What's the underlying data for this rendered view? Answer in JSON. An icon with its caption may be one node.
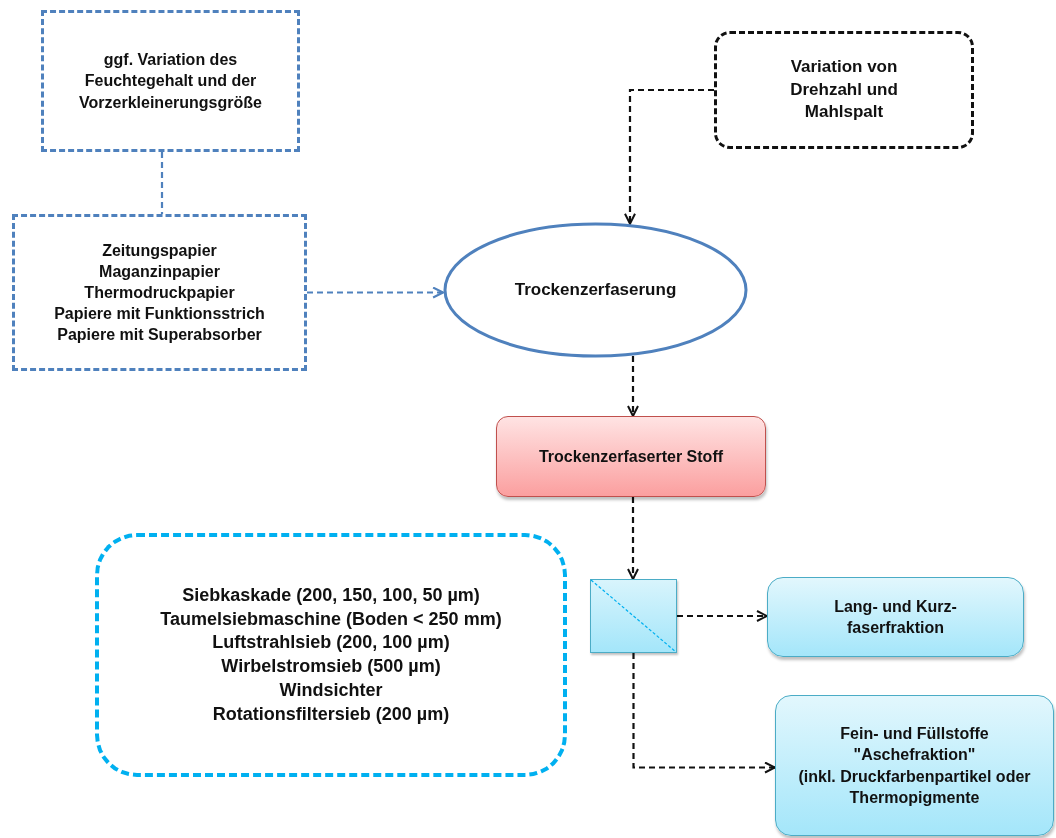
{
  "diagram": {
    "nodes": [
      {
        "text": [
          "ggf. Variation des Feuchtegehalt und der Vorzerkleinerungsgröße"
        ]
      },
      {
        "text": [
          "Zeitungspapier",
          "Maganzinpapier",
          "Thermodruckpapier",
          "Papiere mit Funktionsstrich",
          "Papiere mit Superabsorber"
        ]
      },
      {
        "text": [
          "Variation von Drehzahl und Mahlspalt"
        ]
      },
      {
        "text": [
          "Trockenzerfaserung"
        ]
      },
      {
        "text": [
          "Trockenzerfaserter Stoff"
        ]
      },
      {
        "text": [
          "Siebkaskade (200, 150, 100, 50 µm)",
          "Taumelsiebmaschine  (Boden < 250 mm)",
          "Luftstrahlsieb (200, 100 µm)",
          "Wirbelstromsieb (500 µm)",
          "Windsichter",
          "Rotationsfiltersieb (200 µm)"
        ]
      },
      {
        "text": [],
        "shape": "box"
      },
      {
        "text": [
          "Lang- und Kurz- faserfraktion"
        ]
      },
      {
        "text": [
          "Fein- und Füllstoffe",
          "\"Aschefraktion\"",
          "(inkl. Druckfarbenpartikel oder Thermopigmente"
        ]
      }
    ],
    "edges": [
      {
        "from": 0,
        "to": 1,
        "arrow": "none",
        "style": "dashed",
        "color": "#4f81bd"
      },
      {
        "from": 1,
        "to": 3,
        "arrow": "to",
        "style": "dashed",
        "color": "#4f81bd"
      },
      {
        "from": 2,
        "to": 3,
        "arrow": "to",
        "style": "dashed"
      },
      {
        "from": 3,
        "to": 4,
        "arrow": "to",
        "style": "dashed"
      },
      {
        "from": 4,
        "to": 6,
        "arrow": "to",
        "style": "dashed"
      },
      {
        "from": 6,
        "to": 7,
        "arrow": "to",
        "style": "dashed"
      },
      {
        "from": 6,
        "to": 8,
        "arrow": "to",
        "style": "dashed"
      }
    ]
  }
}
